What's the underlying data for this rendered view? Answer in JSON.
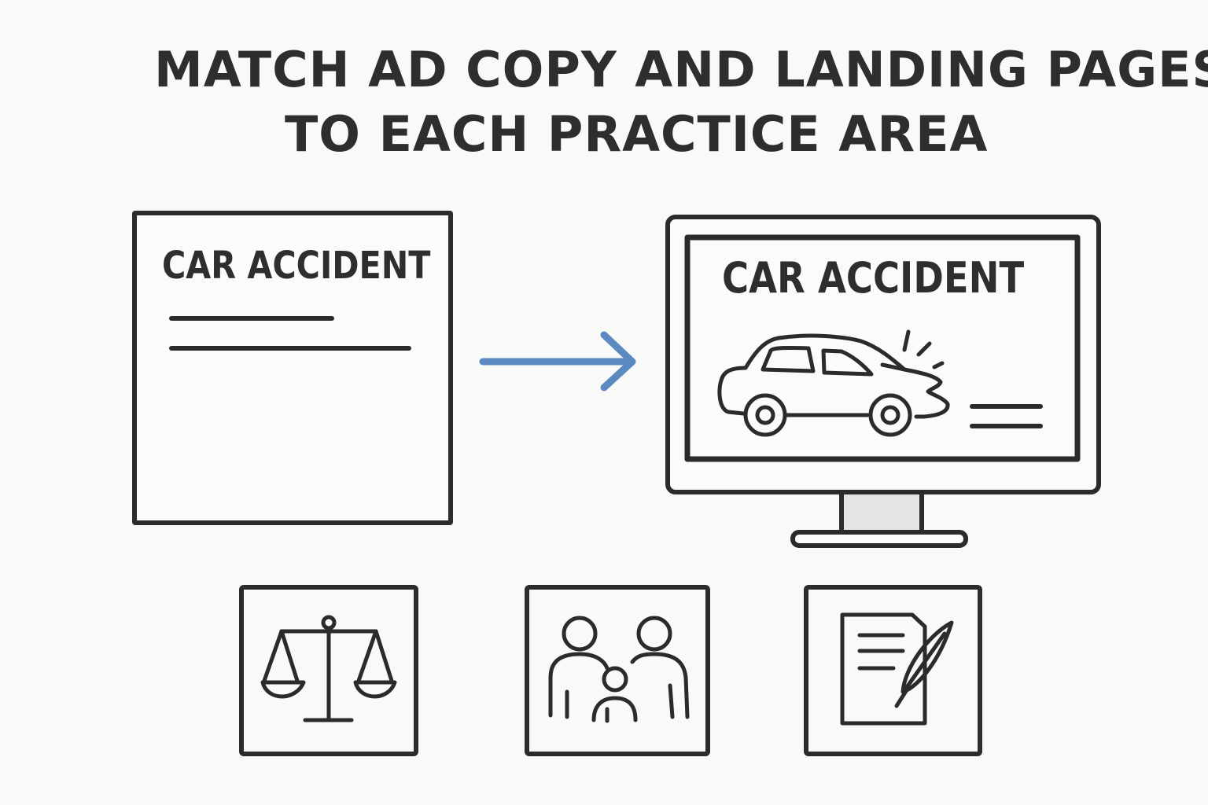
{
  "title": {
    "line1": "MATCH AD COPY AND LANDING PAGES",
    "line2": "TO EACH PRACTICE AREA"
  },
  "ad_copy": {
    "heading": "CAR ACCIDENT"
  },
  "landing_page": {
    "heading": "CAR ACCIDENT"
  },
  "colors": {
    "ink": "#2b2b2b",
    "arrow": "#5b8ac0",
    "background": "#f9f9f8",
    "monitor_neck": "#e4e4e4"
  },
  "icons": {
    "arrow": "arrow-right-icon",
    "car": "car-crash-icon",
    "practice_areas": [
      "scales-of-justice-icon",
      "family-icon",
      "document-quill-icon"
    ]
  }
}
